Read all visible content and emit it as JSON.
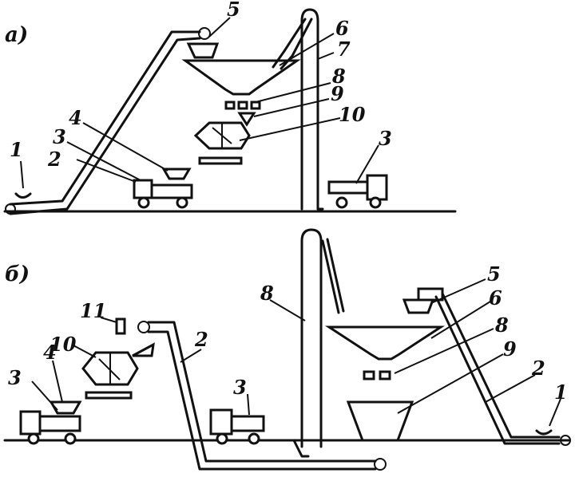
{
  "diagram": {
    "panel_a": {
      "label": "а)",
      "callouts": [
        "1",
        "2",
        "3",
        "4",
        "5",
        "6",
        "7",
        "8",
        "9",
        "10",
        "3"
      ]
    },
    "panel_b": {
      "label": "б)",
      "callouts": [
        "1",
        "2",
        "3",
        "4",
        "5",
        "6",
        "8",
        "8",
        "9",
        "2",
        "10",
        "11",
        "3"
      ]
    }
  }
}
